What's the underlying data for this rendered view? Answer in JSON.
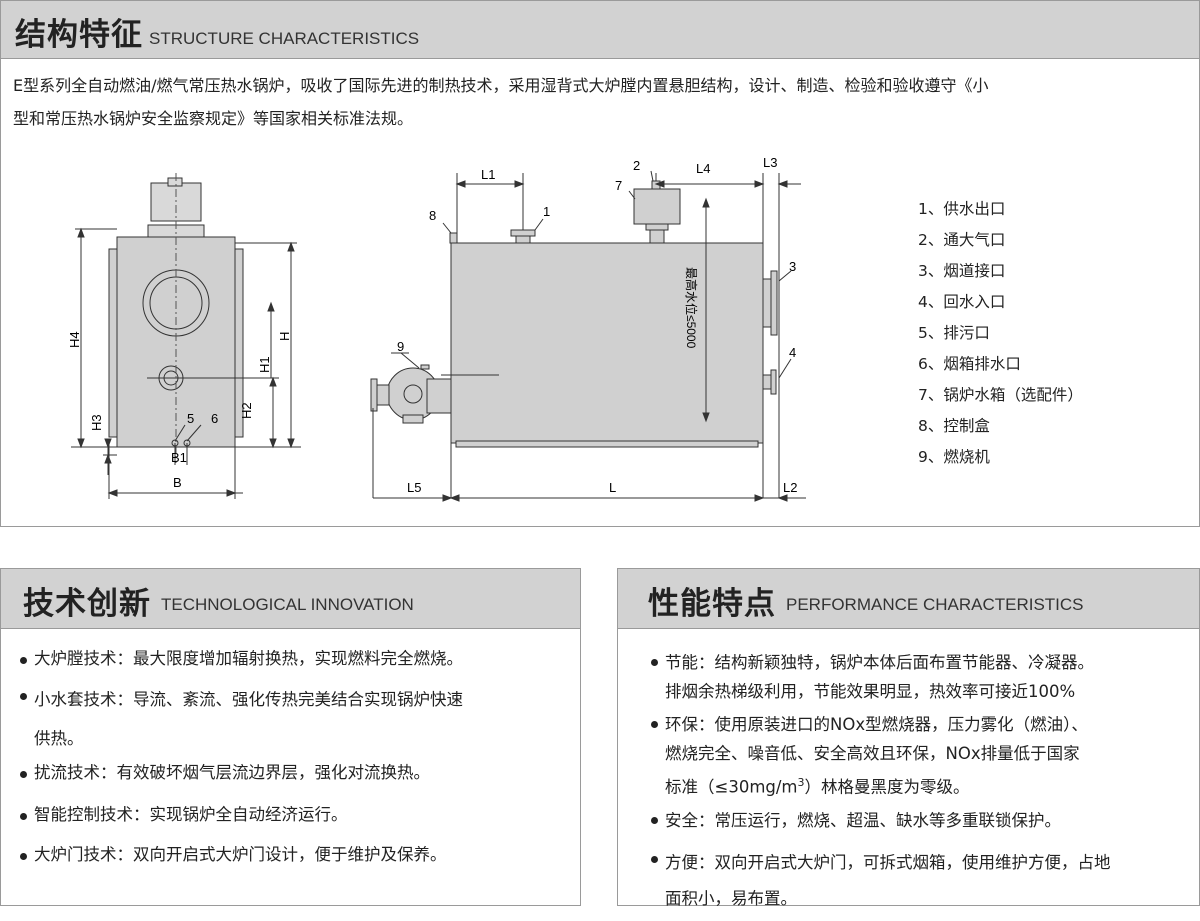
{
  "structure": {
    "title_cn": "结构特征",
    "title_en": "STRUCTURE CHARACTERISTICS",
    "intro_line1": "E型系列全自动燃油/燃气常压热水锅炉，吸收了国际先进的制热技术，采用湿背式大炉膛内置悬胆结构，设计、制造、检验和验收遵守《小",
    "intro_line2": "型和常压热水锅炉安全监察规定》等国家相关标准法规。",
    "front_labels": {
      "h4": "H4",
      "h3": "H3",
      "h2": "H2",
      "h1": "H1",
      "h": "H",
      "b": "B",
      "b1": "B1",
      "n5": "5",
      "n6": "6"
    },
    "side_labels": {
      "l1": "L1",
      "l4": "L4",
      "l3": "L3",
      "l5": "L5",
      "l": "L",
      "l2": "L2",
      "n1": "1",
      "n2": "2",
      "n3": "3",
      "n4": "4",
      "n7": "7",
      "n8": "8",
      "n9": "9",
      "water_level": "最高水位≤5000"
    },
    "legend": [
      "1、供水出口",
      "2、通大气口",
      "3、烟道接口",
      "4、回水入口",
      "5、排污口",
      "6、烟箱排水口",
      "7、锅炉水箱（选配件）",
      "8、控制盒",
      "9、燃烧机"
    ]
  },
  "innovation": {
    "title_cn": "技术创新",
    "title_en": "TECHNOLOGICAL INNOVATION",
    "items": [
      {
        "line1": "大炉膛技术：最大限度增加辐射换热，实现燃料完全燃烧。",
        "line2": ""
      },
      {
        "line1": "小水套技术：导流、紊流、强化传热完美结合实现锅炉快速",
        "line2": "供热。"
      },
      {
        "line1": "扰流技术：有效破坏烟气层流边界层，强化对流换热。",
        "line2": ""
      },
      {
        "line1": "智能控制技术：实现锅炉全自动经济运行。",
        "line2": ""
      },
      {
        "line1": "大炉门技术：双向开启式大炉门设计，便于维护及保养。",
        "line2": ""
      }
    ]
  },
  "performance": {
    "title_cn": "性能特点",
    "title_en": "PERFORMANCE CHARACTERISTICS",
    "items": [
      {
        "line1": "节能：结构新颖独特，锅炉本体后面布置节能器、冷凝器。",
        "line2": "排烟余热梯级利用，节能效果明显，热效率可接近100%",
        "line3": ""
      },
      {
        "line1": "环保：使用原装进口的NOx型燃烧器，压力雾化（燃油）、",
        "line2": "燃烧完全、噪音低、安全高效且环保，NOx排量低于国家",
        "line3_a": "标准（≤30mg/m",
        "line3_sup": "3",
        "line3_b": "）林格曼黑度为零级。"
      },
      {
        "line1": "安全：常压运行，燃烧、超温、缺水等多重联锁保护。",
        "line2": "",
        "line3": ""
      },
      {
        "line1": "方便：双向开启式大炉门，可拆式烟箱，使用维护方便，占地",
        "line2": "面积小，易布置。",
        "line3": ""
      }
    ]
  }
}
